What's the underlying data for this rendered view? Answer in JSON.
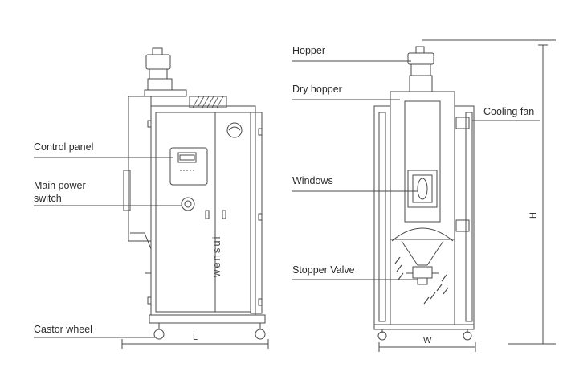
{
  "labels": {
    "control_panel": "Control panel",
    "main_power_switch_line1": "Main power",
    "main_power_switch_line2": "switch",
    "castor_wheel": "Castor wheel",
    "hopper": "Hopper",
    "dry_hopper": "Dry hopper",
    "cooling_fan": "Cooling fan",
    "windows": "Windows",
    "stopper_valve": "Stopper Valve"
  },
  "dimensions": {
    "length": "L",
    "width": "W",
    "height": "H"
  },
  "brand_text": "wensui",
  "colors": {
    "line": "#4a4a4a",
    "text": "#2a2a2a",
    "background": "#ffffff"
  }
}
